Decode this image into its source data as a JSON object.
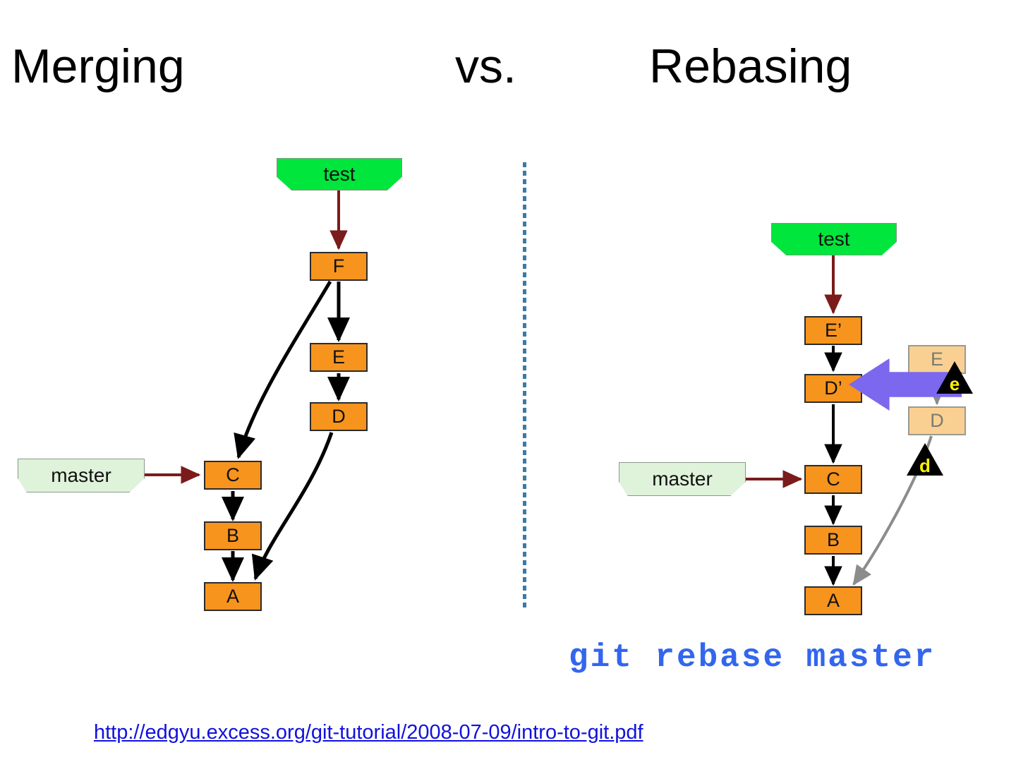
{
  "title": {
    "left_word": "Merging",
    "middle_word": "vs.",
    "right_word": "Rebasing"
  },
  "merge_diagram": {
    "name": "merging",
    "branch_tags": [
      {
        "id": "test",
        "label": "test",
        "style": "test",
        "points_to": "F"
      },
      {
        "id": "master",
        "label": "master",
        "style": "master",
        "points_to": "C"
      }
    ],
    "commits": [
      {
        "id": "F",
        "label": "F"
      },
      {
        "id": "E",
        "label": "E"
      },
      {
        "id": "D",
        "label": "D"
      },
      {
        "id": "C",
        "label": "C"
      },
      {
        "id": "B",
        "label": "B"
      },
      {
        "id": "A",
        "label": "A"
      }
    ],
    "edges": [
      {
        "from": "F",
        "to": "E"
      },
      {
        "from": "F",
        "to": "C"
      },
      {
        "from": "E",
        "to": "D"
      },
      {
        "from": "D",
        "to": "A"
      },
      {
        "from": "C",
        "to": "B"
      },
      {
        "from": "B",
        "to": "A"
      }
    ]
  },
  "rebase_diagram": {
    "name": "rebasing",
    "branch_tags": [
      {
        "id": "test",
        "label": "test",
        "style": "test",
        "points_to": "E-prime"
      },
      {
        "id": "master",
        "label": "master",
        "style": "master",
        "points_to": "C"
      }
    ],
    "commits": [
      {
        "id": "E-prime",
        "label": "E’",
        "state": "active"
      },
      {
        "id": "D-prime",
        "label": "D’",
        "state": "active"
      },
      {
        "id": "C",
        "label": "C",
        "state": "active"
      },
      {
        "id": "B",
        "label": "B",
        "state": "active"
      },
      {
        "id": "A",
        "label": "A",
        "state": "active"
      },
      {
        "id": "E-old",
        "label": "E",
        "state": "faded"
      },
      {
        "id": "D-old",
        "label": "D",
        "state": "faded"
      }
    ],
    "markers": [
      {
        "id": "e",
        "label": "e"
      },
      {
        "id": "d",
        "label": "d"
      }
    ],
    "edges": [
      {
        "from": "E-prime",
        "to": "D-prime"
      },
      {
        "from": "D-prime",
        "to": "C"
      },
      {
        "from": "C",
        "to": "B"
      },
      {
        "from": "B",
        "to": "A"
      },
      {
        "from": "E-old",
        "to": "D-old"
      },
      {
        "from": "D-old",
        "to": "A"
      }
    ],
    "move_arrow": {
      "direction": "left",
      "color": "#7B68EE"
    }
  },
  "command": "git rebase master",
  "source_url": "http://edgyu.excess.org/git-tutorial/2008-07-09/intro-to-git.pdf",
  "colors": {
    "commit_fill": "#F7941E",
    "commit_faded_fill": "#FAD092",
    "test_tag_fill": "#00E63C",
    "master_tag_fill": "#DFF2DA",
    "tag_edge_line": "#7B1B1B",
    "commit_edge_line": "#000000",
    "faded_edge_line": "#8C8C8C",
    "marker_fill": "#000000",
    "marker_text": "#FFF200",
    "move_arrow": "#7B68EE",
    "divider": "#3B7AA8",
    "command_text": "#3366EE",
    "link_text": "#1111DD"
  }
}
